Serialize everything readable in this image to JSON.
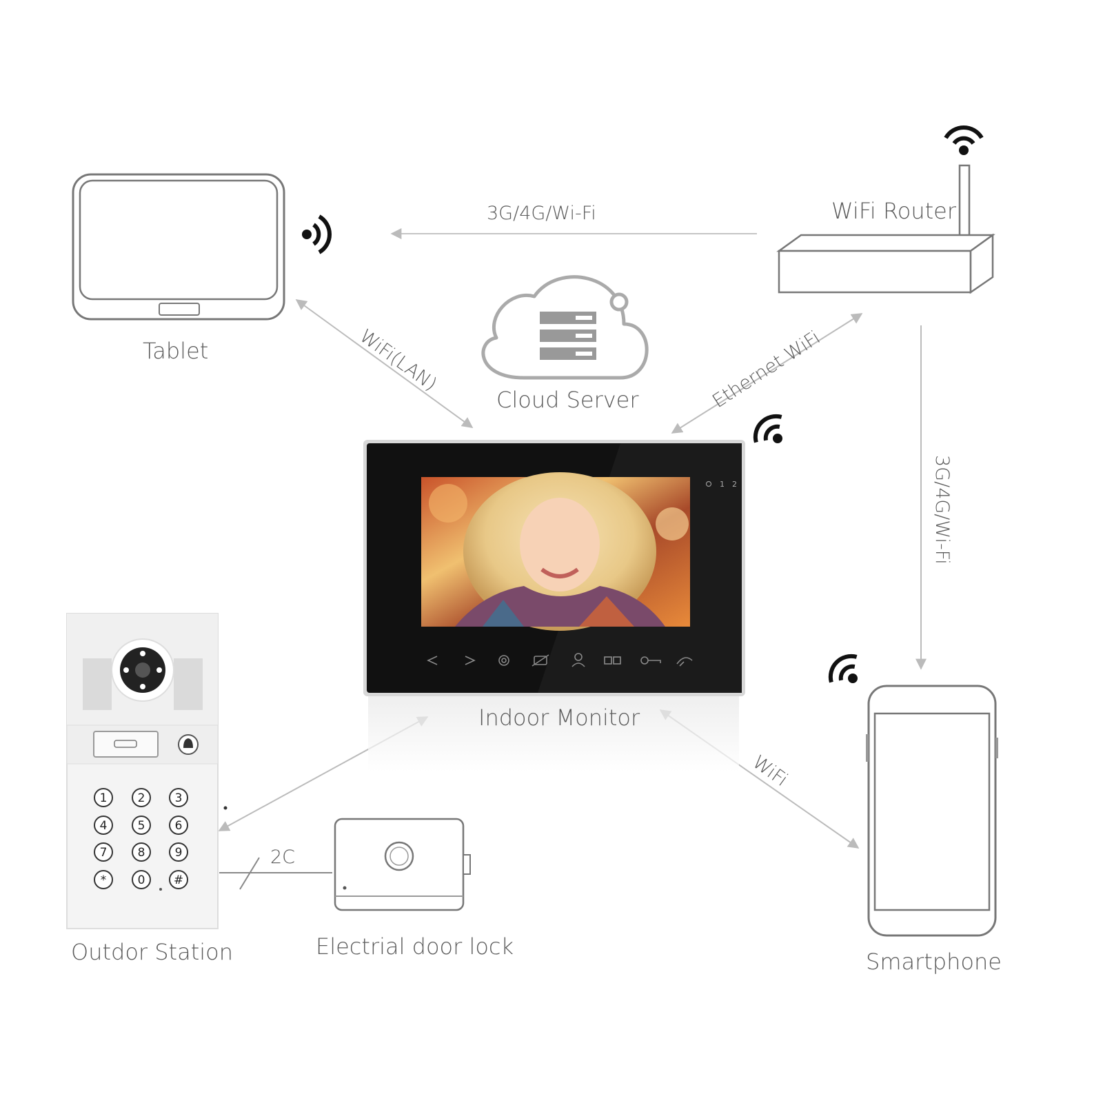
{
  "devices": {
    "tablet": "Tablet",
    "router": "WiFi Router",
    "cloud": "Cloud Server",
    "monitor": "Indoor Monitor",
    "outdoor": "Outdor Station",
    "lock": "Electrial door lock",
    "phone": "Smartphone"
  },
  "links": {
    "router_tablet": "3G/4G/Wi-Fi",
    "tablet_monitor": "WiFi(LAN)",
    "router_monitor": "Ethernet WiFi",
    "router_phone": "3G/4G/Wi-Fi",
    "monitor_phone": "WiFi",
    "outdoor_lock": "2C"
  },
  "monitor_indicators": [
    "1",
    "2"
  ],
  "keypad": [
    "1",
    "2",
    "3",
    "4",
    "5",
    "6",
    "7",
    "8",
    "9",
    "*",
    "0",
    "#"
  ],
  "icons": [
    "wifi-signal-icon",
    "server-rack-icon",
    "back-icon",
    "forward-icon",
    "settings-icon",
    "monitor-icon",
    "intercom-icon",
    "photos-icon",
    "unlock-key-icon",
    "hangup-icon",
    "bell-icon",
    "camera-icon"
  ],
  "colors": {
    "line": "#aaaaaa",
    "device_outline": "#777777",
    "monitor_body": "#111111"
  }
}
